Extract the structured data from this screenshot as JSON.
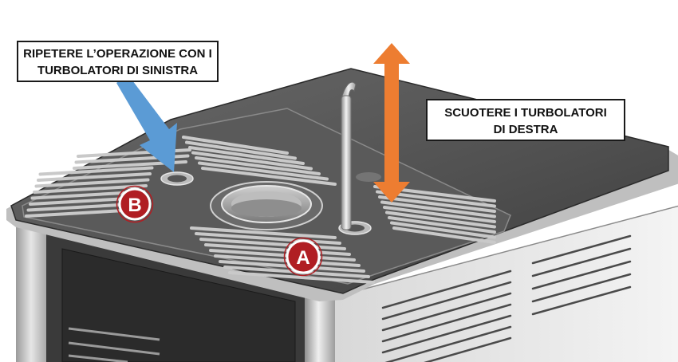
{
  "callouts": {
    "left": {
      "line1": "RIPETERE L’OPERAZIONE CON I",
      "line2": "TURBOLATORI DI SINISTRA"
    },
    "right": {
      "line1": "SCUOTERE I TURBOLATORI",
      "line2": "DI DESTRA"
    }
  },
  "markers": {
    "a": "A",
    "b": "B"
  },
  "colors": {
    "badge_red": "#b01e23",
    "arrow_blue": "#5b9bd5",
    "arrow_orange": "#ed7d31",
    "stove_top": "#4a4a4a",
    "stove_body": "#bfbfbf"
  }
}
